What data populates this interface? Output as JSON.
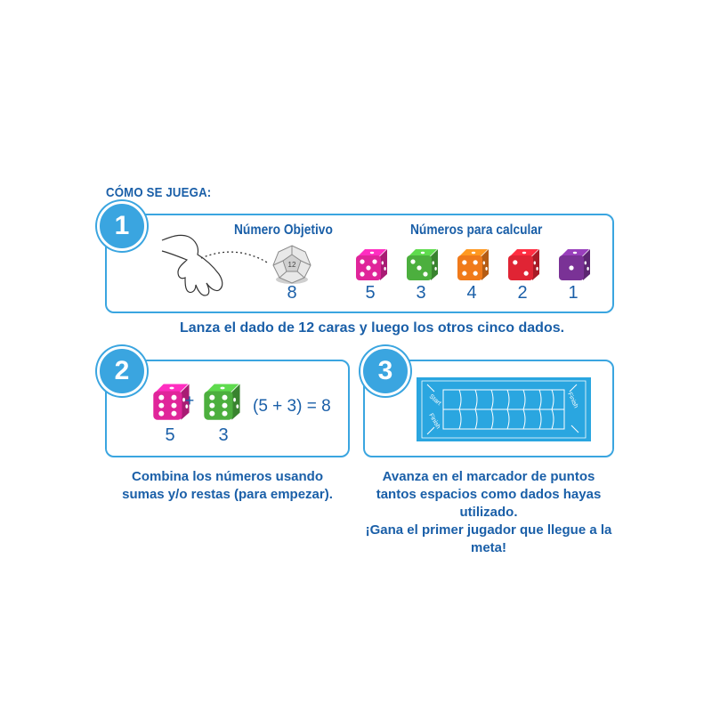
{
  "title": "CÓMO SE JUEGA:",
  "step1": {
    "badge": "1",
    "target_label": "Número Objetivo",
    "calc_label": "Números para calcular",
    "d12_face": "12",
    "target_value": "8",
    "dice": [
      {
        "value": "5",
        "color": "#e0259a"
      },
      {
        "value": "3",
        "color": "#4caf3e"
      },
      {
        "value": "4",
        "color": "#f07a1a"
      },
      {
        "value": "2",
        "color": "#e02434"
      },
      {
        "value": "1",
        "color": "#7a3296"
      }
    ],
    "caption": "Lanza el dado de 12 caras y luego los otros cinco dados."
  },
  "step2": {
    "badge": "2",
    "plus": "+",
    "value_a": "5",
    "value_b": "3",
    "equation": "(5 + 3) = 8",
    "caption_lines": [
      "Combina los números usando",
      "sumas y/o restas (para empezar)."
    ]
  },
  "step3": {
    "badge": "3",
    "board_start": "Start",
    "board_finish": "Finish",
    "board_color": "#2aa6e0",
    "caption_lines": [
      "Avanza en el marcador de puntos",
      "tantos espacios como dados hayas utilizado.",
      "¡Gana el primer jugador que llegue a la meta!"
    ]
  },
  "colors": {
    "accent": "#3aa5e0",
    "text": "#1a5fa8"
  }
}
